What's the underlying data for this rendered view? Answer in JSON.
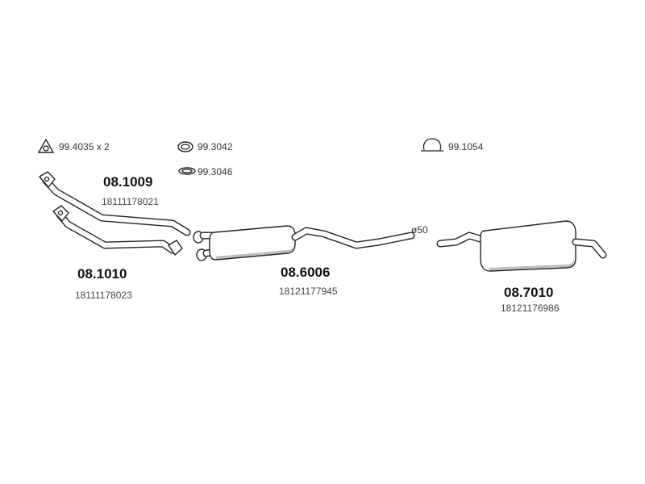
{
  "accessories": [
    {
      "id": "triangle-gasket",
      "code": "99.4035 x 2",
      "icon": "triangle-flange-icon"
    },
    {
      "id": "ring-clamp",
      "code": "99.3042",
      "icon": "rubber-ring-icon"
    },
    {
      "id": "sealing-ring",
      "code": "99.3046",
      "icon": "sealing-ring-icon"
    },
    {
      "id": "hanger-clamp",
      "code": "99.1054",
      "icon": "clamp-icon"
    }
  ],
  "parts": [
    {
      "id": "front-pipe-upper",
      "code": "08.1009",
      "oem": "18111178021"
    },
    {
      "id": "front-pipe-lower",
      "code": "08.1010",
      "oem": "18111178023"
    },
    {
      "id": "center-silencer",
      "code": "08.6006",
      "oem": "18121177945"
    },
    {
      "id": "rear-silencer",
      "code": "08.7010",
      "oem": "18121176986"
    }
  ],
  "pipe_diameter_label": "ø50"
}
